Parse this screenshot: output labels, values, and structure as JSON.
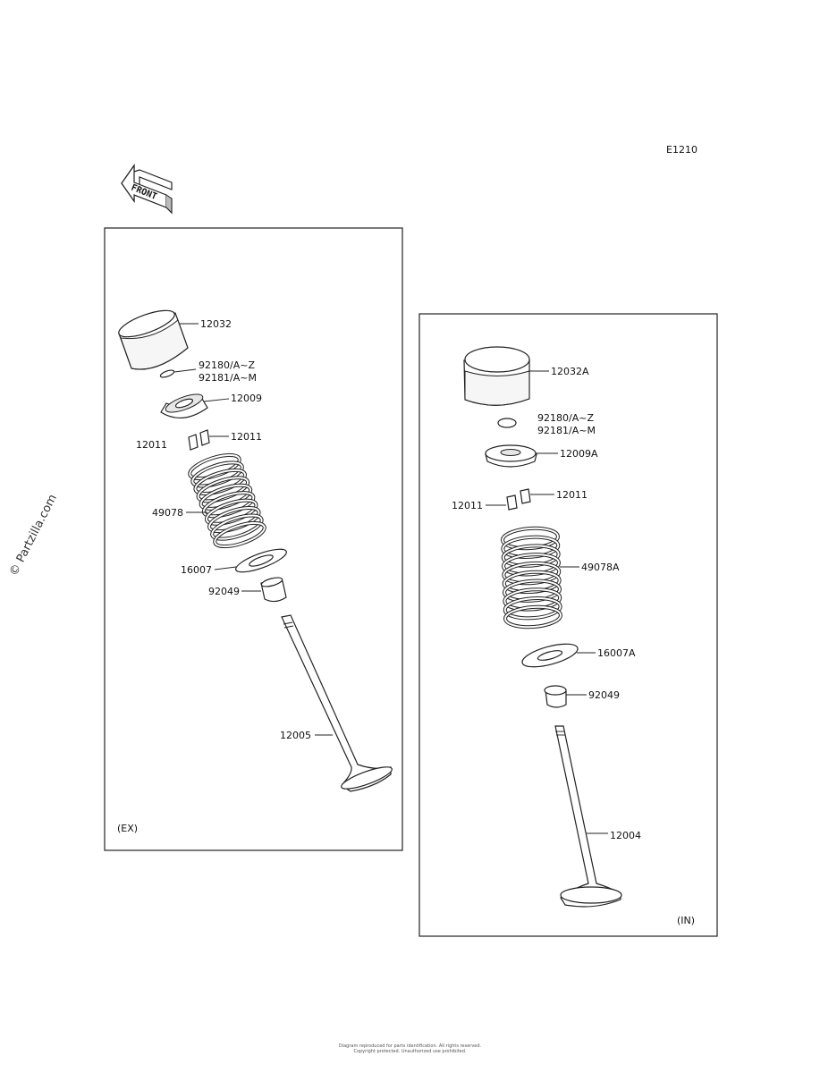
{
  "diagram_code": "E1210",
  "front_arrow_text": "FRONT",
  "watermark": "© Partzilla.com",
  "ex_panel": {
    "tag": "(EX)",
    "parts": [
      {
        "id": "ex-tappet",
        "number": "12032"
      },
      {
        "id": "ex-shim-a",
        "number": "92180/A~Z"
      },
      {
        "id": "ex-shim-b",
        "number": "92181/A~M"
      },
      {
        "id": "ex-retainer",
        "number": "12009"
      },
      {
        "id": "ex-cotter-left",
        "number": "12011"
      },
      {
        "id": "ex-cotter-right",
        "number": "12011"
      },
      {
        "id": "ex-spring",
        "number": "49078"
      },
      {
        "id": "ex-seat",
        "number": "16007"
      },
      {
        "id": "ex-seal",
        "number": "92049"
      },
      {
        "id": "ex-valve",
        "number": "12005"
      }
    ]
  },
  "in_panel": {
    "tag": "(IN)",
    "parts": [
      {
        "id": "in-tappet",
        "number": "12032A"
      },
      {
        "id": "in-shim-a",
        "number": "92180/A~Z"
      },
      {
        "id": "in-shim-b",
        "number": "92181/A~M"
      },
      {
        "id": "in-retainer",
        "number": "12009A"
      },
      {
        "id": "in-cotter-left",
        "number": "12011"
      },
      {
        "id": "in-cotter-right",
        "number": "12011"
      },
      {
        "id": "in-spring",
        "number": "49078A"
      },
      {
        "id": "in-seat",
        "number": "16007A"
      },
      {
        "id": "in-seal",
        "number": "92049"
      },
      {
        "id": "in-valve",
        "number": "12004"
      }
    ]
  },
  "footer": {
    "line1": "Diagram reproduced for parts identification. All rights reserved.",
    "line2": "Copyright protected. Unauthorized use prohibited."
  }
}
